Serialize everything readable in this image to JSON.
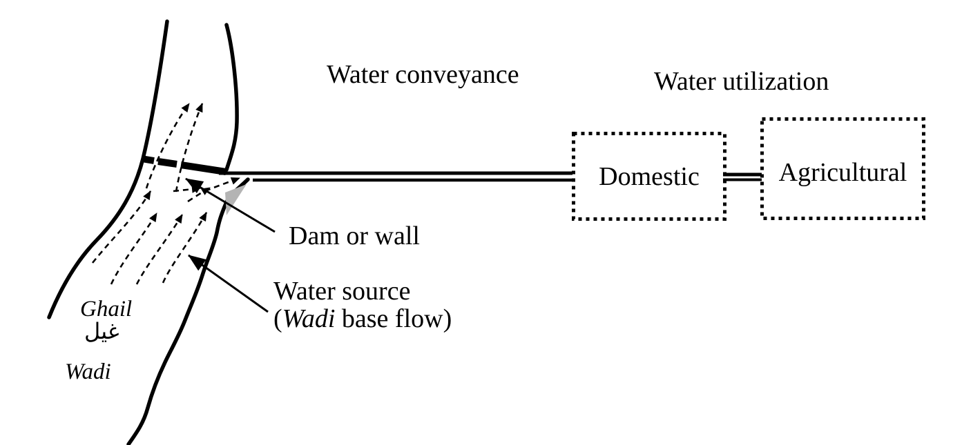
{
  "figure": {
    "description": "Schematic diagram of a ghail (wadi base flow) irrigation system: water source, dam or wall, conveyance pipe, and utilization boxes",
    "section_titles": {
      "conveyance": "Water conveyance",
      "utilization": "Water utilization"
    },
    "boxes": {
      "domestic": "Domestic",
      "agricultural": "Agricultural"
    },
    "labels": {
      "dam": "Dam or wall",
      "water_source": "Water source",
      "ws_paren_open": "(",
      "ws_wadi_italic": "Wadi",
      "ws_tail": " base flow)",
      "ghail_latin": "Ghail",
      "ghail_arabic": "غيل",
      "wadi_latin": "Wadi"
    },
    "icons": {
      "flow_arrows": "dashed-up-arrow-icons",
      "pointer_arrows": "solid-arrowhead-pointer-icons"
    },
    "colors": {
      "ink": "#000000",
      "shade": "#b4b4b4",
      "background": "#ffffff"
    }
  }
}
